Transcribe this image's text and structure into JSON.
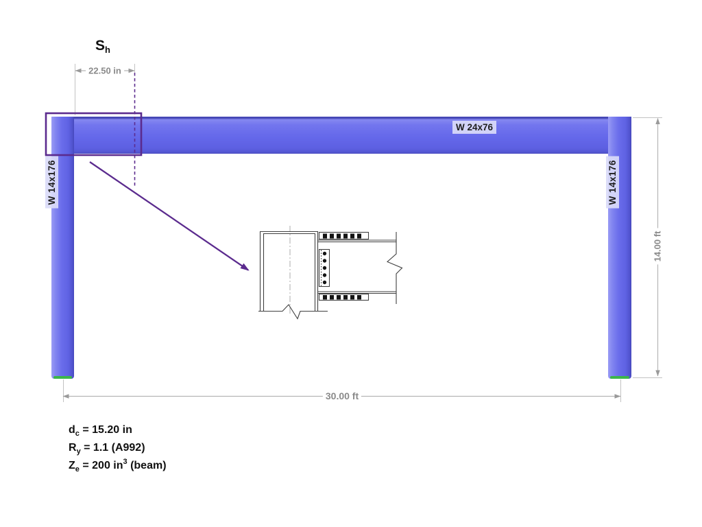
{
  "title": "Portal frame elevation with bolted flange plate connection detail",
  "frame": {
    "beam": {
      "label": "W 24x76"
    },
    "left_column": {
      "label": "W 14x176"
    },
    "right_column": {
      "label": "W 14x176"
    }
  },
  "dimensions": {
    "sh": {
      "symbol": "S",
      "subscript": "h"
    },
    "top_offset": "22.50 in",
    "span": "30.00 ft",
    "story_height": "14.00 ft"
  },
  "notes": [
    {
      "v": "d",
      "sub": "c",
      "mid": " = 15.20 in",
      "sup": "",
      "tail": ""
    },
    {
      "v": "R",
      "sub": "y",
      "mid": " = 1.1 (A992)",
      "sup": "",
      "tail": ""
    },
    {
      "v": "Z",
      "sub": "e",
      "mid": " = 200 in",
      "sup": "3",
      "tail": " (beam)"
    }
  ],
  "colors": {
    "member_blue": "#6466e9",
    "member_blue_dark": "#4547b5",
    "label_chip_bg": "#dadbf8",
    "support_green": "#3cb54a",
    "dimension_gray": "#8a8a8a",
    "annotation_purple": "#5b2b8e",
    "drawing_line": "#3f3f3f"
  }
}
